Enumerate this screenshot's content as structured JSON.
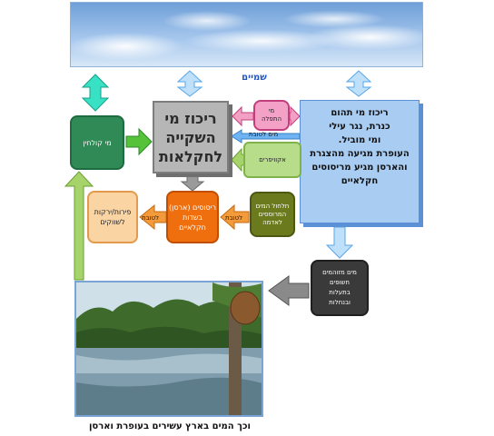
{
  "sky": {
    "label": "שמיים"
  },
  "nodes": {
    "kolchin": "מי קולחין",
    "center": [
      "ריכוז מי",
      "השקייה",
      "לחקלאות"
    ],
    "flood": [
      "מי",
      "התפלה"
    ],
    "bigblue": [
      "ריכוז מי תהום",
      "כנרת, נגר עילי",
      "ומי מוביל.",
      "העופרת מגיעה מהצגרת",
      "והארסן מגיע מריסוסים",
      "חקלאיים"
    ],
    "aquifer": "אקוויפרים",
    "drilling": [
      "ריסוסים (ארסן)",
      "בשדות",
      "חקלאיים"
    ],
    "fruits": [
      "פירות/ירקות",
      "לשווקים"
    ],
    "salt": [
      "חלחול המים",
      "המרוססים",
      "לאדמה"
    ],
    "treated": [
      "מים מזוהמים",
      "חשופים",
      "בתעלות",
      "ובנחלות"
    ]
  },
  "edge_labels": {
    "drinking_water": "מים לטובת",
    "to_drilling": "לטובת",
    "to_salt": "לטובת"
  },
  "caption": "וכך המים בארץ עשירים בעופרת וארסן",
  "colors": {
    "arrow_green": "#55c23a",
    "arrow_teal": "#38e0c4",
    "arrow_blue": "#6fb4f2",
    "arrow_gray": "#8a8a8a",
    "arrow_pink": "#f2a0c4",
    "arrow_light_green": "#a7d46a"
  }
}
